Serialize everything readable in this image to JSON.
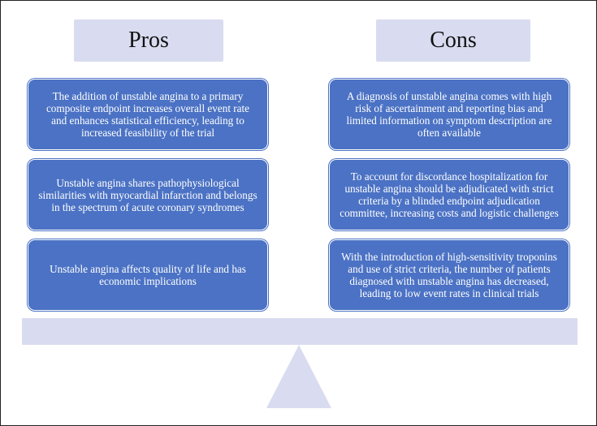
{
  "colors": {
    "header_fill": "#d9dcf0",
    "card_fill": "#4b72c4",
    "card_text": "#ffffff",
    "scale_fill": "#d9dcf0"
  },
  "pros": {
    "title": "Pros",
    "items": [
      "The addition of unstable angina to a primary composite endpoint increases overall event rate and enhances statistical efficiency, leading to increased feasibility of the trial",
      "Unstable angina shares pathophysiological similarities with myocardial infarction and belongs in the spectrum of acute coronary syndromes",
      "Unstable angina affects quality of life and has economic implications"
    ]
  },
  "cons": {
    "title": "Cons",
    "items": [
      "A diagnosis of unstable angina comes with high risk of ascertainment and reporting bias and limited information on symptom description are often available",
      "To account for discordance hospitalization for unstable angina should be adjudicated with strict criteria by a blinded endpoint adjudication committee, increasing costs and logistic challenges",
      "With the introduction of high-sensitivity troponins and use of strict criteria, the number of patients diagnosed with unstable angina has decreased, leading to low event rates in clinical trials"
    ]
  }
}
